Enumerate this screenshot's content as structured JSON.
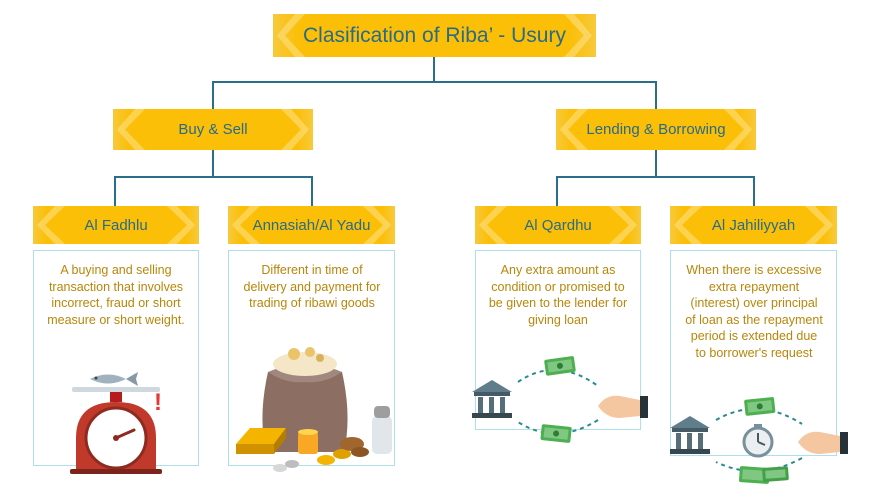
{
  "title": "Clasification of Riba’ - Usury",
  "categories": [
    {
      "label": "Buy & Sell"
    },
    {
      "label": "Lending & Borrowing"
    }
  ],
  "types": [
    {
      "label": "Al Fadhlu",
      "description": "A buying and selling transaction that involves incorrect, fraud or short measure or short weight."
    },
    {
      "label": "Annasiah/Al Yadu",
      "description": "Different in time of delivery and payment for trading of ribawi goods"
    },
    {
      "label": "Al Qardhu",
      "description": "Any extra amount as condition or promised to be given to the lender for giving loan"
    },
    {
      "label": "Al Jahiliyyah",
      "description": "When there is excessive extra repayment (interest) over principal of loan as the repayment period is extended due to borrower's request"
    }
  ],
  "colors": {
    "banner": "#fbbf08",
    "banner_text": "#2a6b86",
    "connector": "#2b6e8a",
    "description_text": "#b8860b",
    "box_border": "#aee0ea",
    "alert": "#e53935"
  },
  "icons": [
    "weighing-scale-icon",
    "fish-icon",
    "exclamation-icon",
    "sack-of-grain-icon",
    "gold-bar-icon",
    "coins-icon",
    "salt-shaker-icon",
    "bank-icon",
    "money-bill-icon",
    "hand-icon",
    "stopwatch-icon",
    "cycle-arrow-icon"
  ]
}
